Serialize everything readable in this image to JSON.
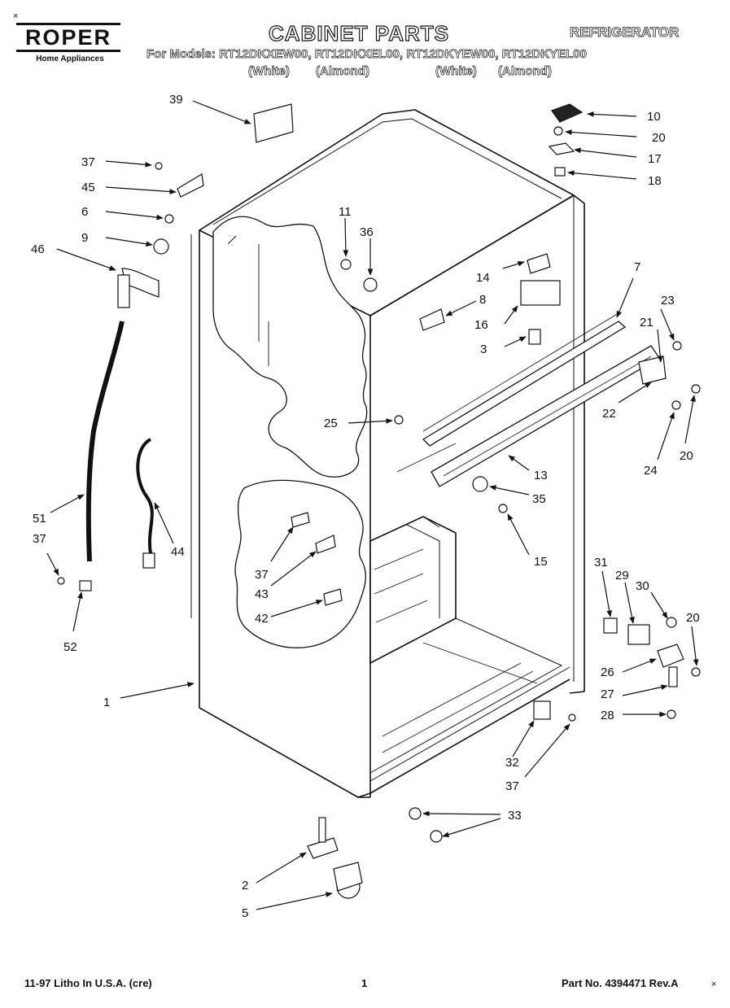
{
  "header": {
    "brand": "ROPER",
    "brand_sub": "Home Appliances",
    "title": "CABINET PARTS",
    "product": "REFRIGERATOR",
    "models_line": "For Models: RT12DKXEW00, RT12DKXEL00, RT12DKYEW00, RT12DKYEL00",
    "colors": [
      "(White)",
      "(Almond)",
      "(White)",
      "(Almond)"
    ]
  },
  "callouts": {
    "c39": "39",
    "c10": "10",
    "c20a": "20",
    "c17": "17",
    "c18": "18",
    "c37a": "37",
    "c45": "45",
    "c6": "6",
    "c9": "9",
    "c46": "46",
    "c11": "11",
    "c36": "36",
    "c14": "14",
    "c7": "7",
    "c8": "8",
    "c16": "16",
    "c3": "3",
    "c23": "23",
    "c21": "21",
    "c22": "22",
    "c20b": "20",
    "c24": "24",
    "c25": "25",
    "c13": "13",
    "c35": "35",
    "c15": "15",
    "c51": "51",
    "c37b": "37",
    "c44": "44",
    "c37c": "37",
    "c43": "43",
    "c42": "42",
    "c52": "52",
    "c1": "1",
    "c31": "31",
    "c29": "29",
    "c30": "30",
    "c20c": "20",
    "c26": "26",
    "c27": "27",
    "c28": "28",
    "c32": "32",
    "c37d": "37",
    "c33": "33",
    "c2": "2",
    "c5": "5"
  },
  "footer": {
    "litho": "11-97 Litho In U.S.A. (cre)",
    "page": "1",
    "part_no": "Part No. 4394471 Rev.A"
  }
}
